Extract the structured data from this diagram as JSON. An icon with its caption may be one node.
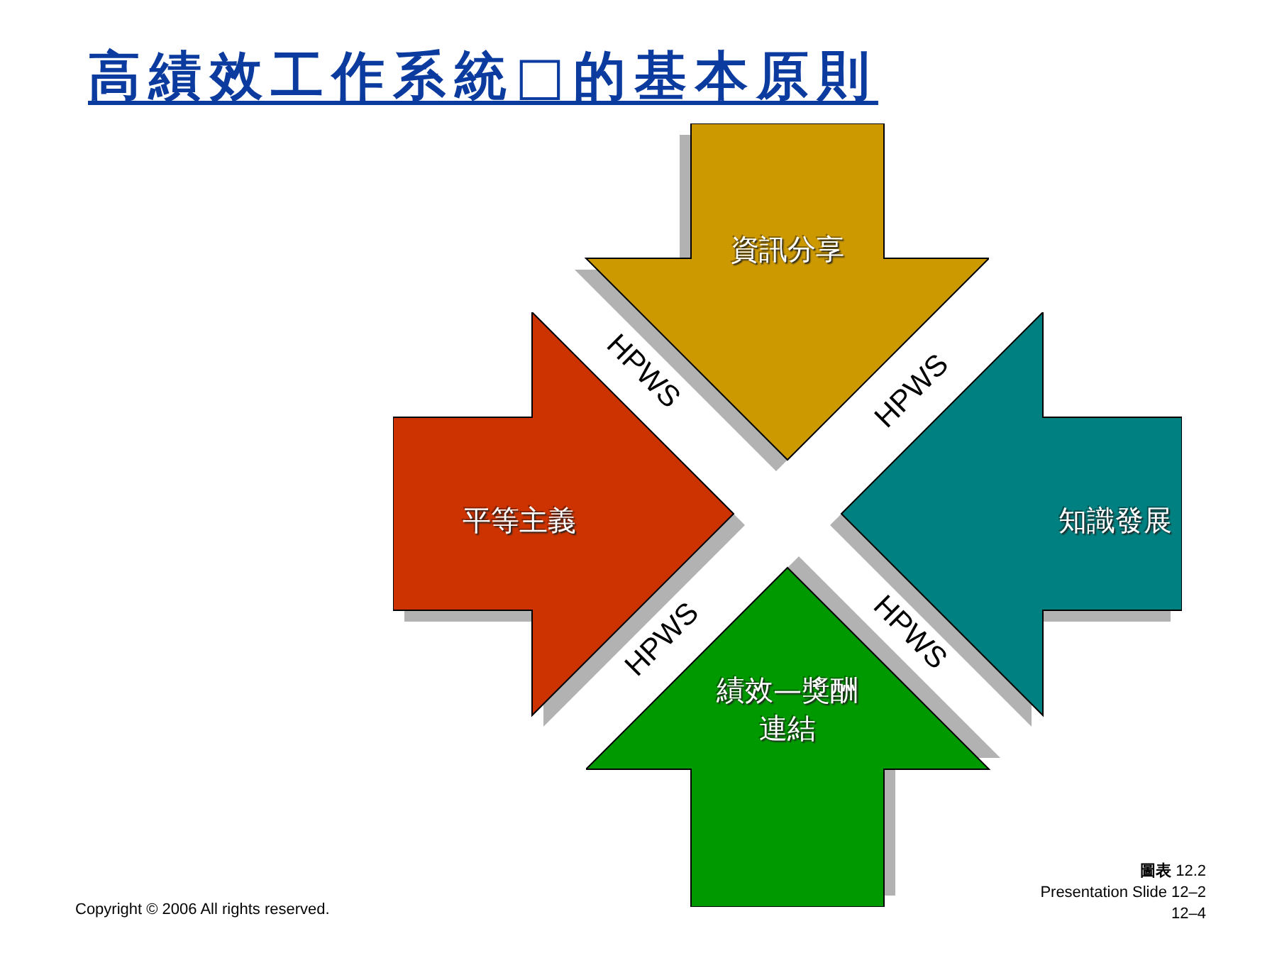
{
  "diagram": {
    "title": "高績效工作系統□的基本原則",
    "nodes": [
      {
        "text": [
          "資訊分享"
        ]
      },
      {
        "text": [
          "平等主義"
        ]
      },
      {
        "text": [
          "知識發展"
        ]
      },
      {
        "text": [
          "績效—獎酬連結"
        ]
      }
    ],
    "labels": [
      "HPWS",
      "HPWS",
      "HPWS",
      "HPWS",
      "**圖表** 12.2",
      "Presentation Slide 12–2",
      "Copyright © 2006 All rights reserved.",
      "12–4"
    ]
  }
}
